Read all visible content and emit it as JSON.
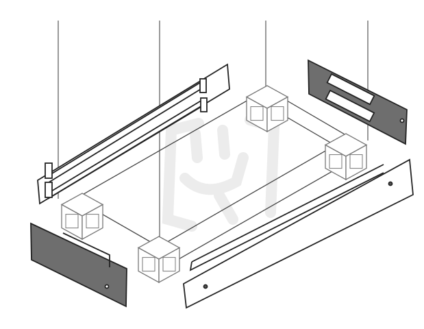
{
  "diagram": {
    "colors": {
      "line": "#2a2a2a",
      "dark_panel": "#6e6e6e",
      "light_panel": "#ffffff",
      "cube": "#777777",
      "watermark": "#ececec"
    },
    "parts": [
      "base-frame",
      "corner-cube",
      "side-panel-dark",
      "front-panel-light",
      "hanging-guide-line"
    ]
  }
}
